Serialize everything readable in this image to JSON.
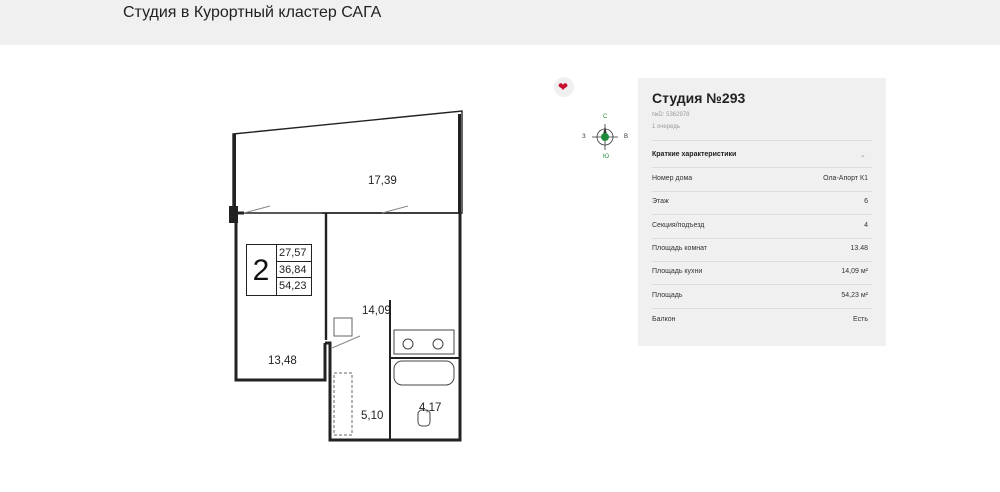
{
  "header": {
    "title": "Студия в Курортный кластер САГА"
  },
  "plan": {
    "rooms": {
      "balcony": "17,39",
      "living": "13,48",
      "kitchen": "14,09",
      "hall": "5,10",
      "bath": "4,17"
    },
    "badge": {
      "rooms": "2",
      "values": [
        "27,57",
        "36,84",
        "54,23"
      ]
    }
  },
  "compass": {
    "n": "С",
    "s": "Ю",
    "w": "З",
    "e": "В",
    "accent": "#1e8c3a"
  },
  "card": {
    "title": "Студия №293",
    "id": "№D: 5362978",
    "queue": "1 очередь",
    "section_title": "Краткие характеристики",
    "rows": [
      {
        "k": "Номер дома",
        "v": "Ола-Апорт К1"
      },
      {
        "k": "Этаж",
        "v": "6"
      },
      {
        "k": "Секция/подъезд",
        "v": "4"
      },
      {
        "k": "Площадь комнат",
        "v": "13.48"
      },
      {
        "k": "Площадь кухни",
        "v": "14,09 м²"
      },
      {
        "k": "Площадь",
        "v": "54,23 м²"
      },
      {
        "k": "Балкон",
        "v": "Есть"
      }
    ]
  },
  "colors": {
    "heart": "#c8102e",
    "card_bg": "#f0f0f0",
    "header_bg": "#f0f0f0"
  }
}
